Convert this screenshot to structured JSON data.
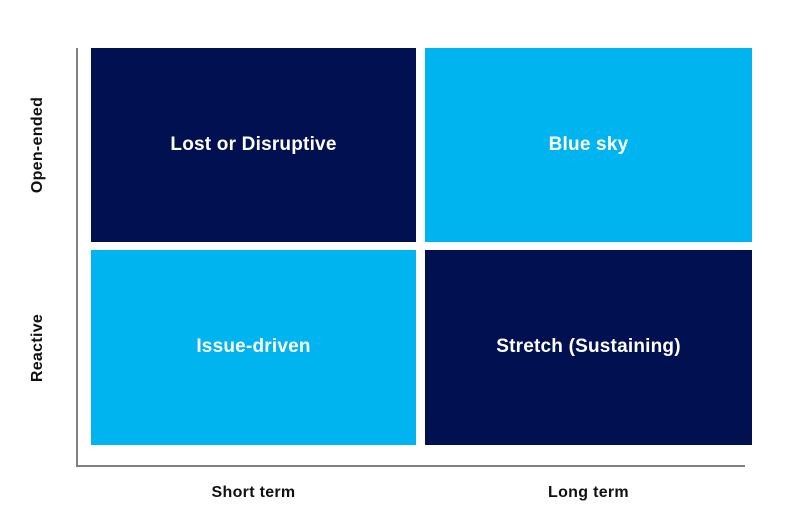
{
  "chart_data": {
    "type": "table",
    "title": "",
    "xlabel": "",
    "ylabel": "",
    "categories": [
      "Short term",
      "Long term"
    ],
    "rows": [
      "Open-ended",
      "Reactive"
    ],
    "cells": [
      {
        "row": "Open-ended",
        "column": "Short term",
        "label": "Lost or Disruptive",
        "fill": "#011050"
      },
      {
        "row": "Open-ended",
        "column": "Long term",
        "label": "Blue sky",
        "fill": "#00b4ef"
      },
      {
        "row": "Reactive",
        "column": "Short term",
        "label": "Issue-driven",
        "fill": "#00b4ef"
      },
      {
        "row": "Reactive",
        "column": "Long term",
        "label": "Stretch (Sustaining)",
        "fill": "#011050"
      }
    ],
    "grid": false,
    "legend": "none"
  },
  "matrix": {
    "quadrants": [
      {
        "id": "lost-or-disruptive",
        "label": "Lost or Disruptive"
      },
      {
        "id": "blue-sky",
        "label": "Blue sky"
      },
      {
        "id": "issue-driven",
        "label": "Issue-driven"
      },
      {
        "id": "stretch-sustaining",
        "label": "Stretch (Sustaining)"
      }
    ]
  },
  "axes": {
    "y": {
      "top_label": "Open-ended",
      "bottom_label": "Reactive"
    },
    "x": {
      "left_label": "Short term",
      "right_label": "Long term"
    }
  },
  "colors": {
    "navy": "#011050",
    "cyan": "#00b4ef",
    "axis": "#808080",
    "text_on_fill": "#ffffff",
    "axis_text": "#111111",
    "background": "#ffffff"
  }
}
